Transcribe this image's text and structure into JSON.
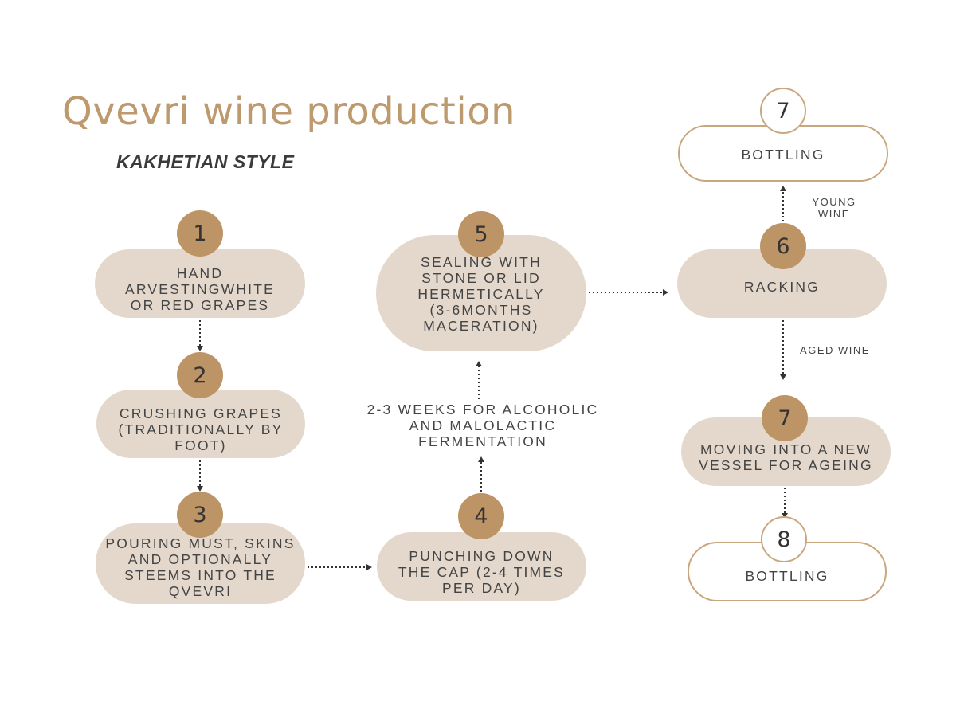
{
  "title": "Qvevri wine production",
  "subtitle": "KAKHETIAN STYLE",
  "steps": {
    "s1": {
      "number": "1",
      "label": "HAND\nARVESTINGWHITE\nOR RED GRAPES"
    },
    "s2": {
      "number": "2",
      "label": "CRUSHING GRAPES\n(TRADITIONALLY BY\nFOOT)"
    },
    "s3": {
      "number": "3",
      "label": "POURING MUST, SKINS\nAND OPTIONALLY\nSTEEMS INTO THE\nQVEVRI"
    },
    "s4": {
      "number": "4",
      "label": "PUNCHING DOWN\nTHE CAP (2-4 TIMES\nPER DAY)"
    },
    "s5": {
      "number": "5",
      "label": "SEALING WITH\nSTONE OR LID\nHERMETICALLY\n(3-6MONTHS\nMACERATION)"
    },
    "s6": {
      "number": "6",
      "label": "RACKING"
    },
    "s7a": {
      "number": "7",
      "label": "BOTTLING"
    },
    "s7b": {
      "number": "7",
      "label": "MOVING INTO A NEW\nVESSEL FOR AGEING"
    },
    "s8": {
      "number": "8",
      "label": "BOTTLING"
    }
  },
  "fermentation_label": "2-3 WEEKS FOR ALCOHOLIC\nAND MALOLACTIC\nFERMENTATION",
  "young_wine_label": "YOUNG\nWINE",
  "aged_wine_label": "AGED WINE",
  "colors": {
    "title": "#bd9a6e",
    "pill_fill": "#e3d8cb",
    "badge_fill": "#bd9465",
    "outline": "#c9a77e",
    "arrow": "#333333"
  }
}
